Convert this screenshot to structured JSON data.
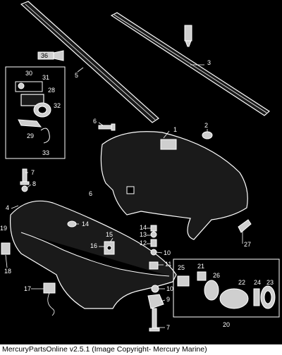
{
  "diagram": {
    "callouts": [
      {
        "id": "c1",
        "label": "1"
      },
      {
        "id": "c2",
        "label": "2"
      },
      {
        "id": "c3",
        "label": "3"
      },
      {
        "id": "c4",
        "label": "4"
      },
      {
        "id": "c5",
        "label": "5"
      },
      {
        "id": "c6a",
        "label": "6"
      },
      {
        "id": "c6b",
        "label": "6"
      },
      {
        "id": "c7a",
        "label": "7"
      },
      {
        "id": "c7b",
        "label": "7"
      },
      {
        "id": "c8",
        "label": "8"
      },
      {
        "id": "c9",
        "label": "9"
      },
      {
        "id": "c10a",
        "label": "10"
      },
      {
        "id": "c10b",
        "label": "10"
      },
      {
        "id": "c11",
        "label": "11"
      },
      {
        "id": "c12",
        "label": "12"
      },
      {
        "id": "c13",
        "label": "13"
      },
      {
        "id": "c14a",
        "label": "14"
      },
      {
        "id": "c14b",
        "label": "14"
      },
      {
        "id": "c15",
        "label": "15"
      },
      {
        "id": "c16",
        "label": "16"
      },
      {
        "id": "c17",
        "label": "17"
      },
      {
        "id": "c18",
        "label": "18"
      },
      {
        "id": "c19",
        "label": "19"
      },
      {
        "id": "c20",
        "label": "20"
      },
      {
        "id": "c21",
        "label": "21"
      },
      {
        "id": "c22",
        "label": "22"
      },
      {
        "id": "c23",
        "label": "23"
      },
      {
        "id": "c24",
        "label": "24"
      },
      {
        "id": "c25",
        "label": "25"
      },
      {
        "id": "c26",
        "label": "26"
      },
      {
        "id": "c27",
        "label": "27"
      },
      {
        "id": "c28",
        "label": "28"
      },
      {
        "id": "c29",
        "label": "29"
      },
      {
        "id": "c30",
        "label": "30"
      },
      {
        "id": "c31",
        "label": "31"
      },
      {
        "id": "c32",
        "label": "32"
      },
      {
        "id": "c33",
        "label": "33"
      },
      {
        "id": "c36",
        "label": "36"
      }
    ]
  },
  "caption": "MercuryPartsOnline v2.5.1 (Image Copyright- Mercury Marine)"
}
